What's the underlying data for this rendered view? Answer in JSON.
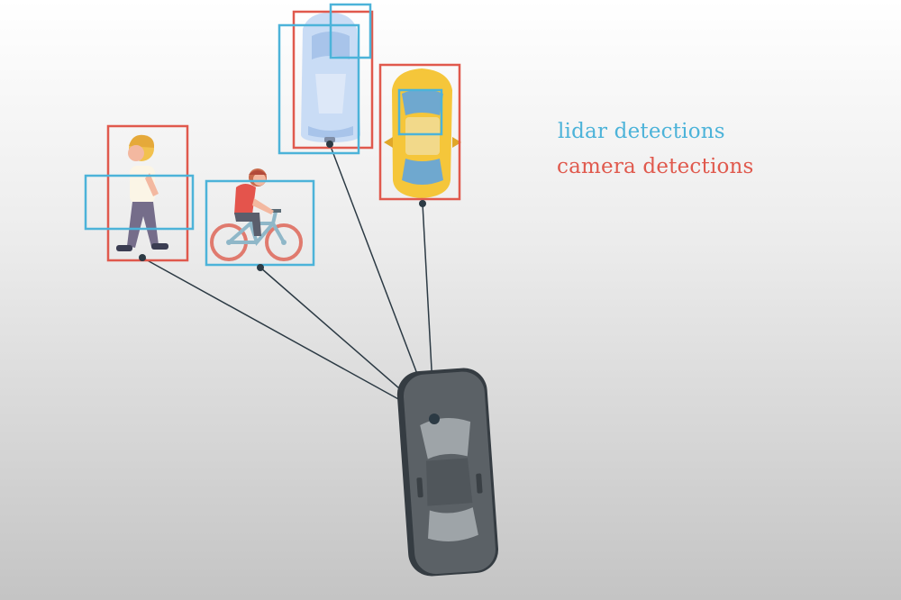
{
  "legend": {
    "lidar_label": "lidar detections",
    "camera_label": "camera detections"
  },
  "colors": {
    "lidar": "#4cb3d9",
    "camera": "#e0594d",
    "connector": "#2c3a44",
    "ego_body": "#5b6166",
    "ego_dark": "#353c42"
  },
  "objects": [
    {
      "name": "pedestrian",
      "icon": "pedestrian-icon"
    },
    {
      "name": "cyclist",
      "icon": "cyclist-icon"
    },
    {
      "name": "white-van",
      "icon": "van-icon"
    },
    {
      "name": "yellow-car",
      "icon": "car-icon"
    }
  ],
  "ego_vehicle": {
    "icon": "ego-car-icon"
  }
}
